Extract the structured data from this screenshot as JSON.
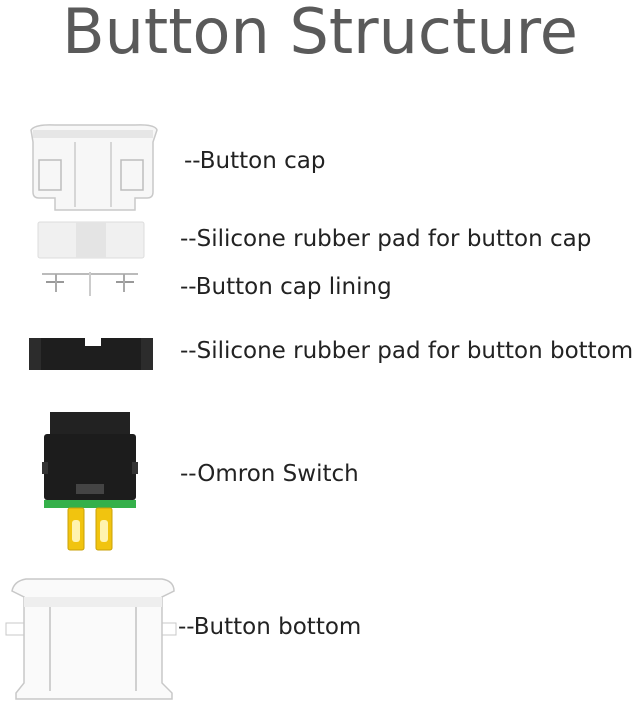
{
  "title": "Button Structure",
  "parts": [
    {
      "label": "--Button cap"
    },
    {
      "label": "--Silicone rubber pad for button cap"
    },
    {
      "label": "--Button cap lining"
    },
    {
      "label": "--Silicone rubber pad for button bottom"
    },
    {
      "label": "--Omron Switch"
    },
    {
      "label": "--Button bottom"
    }
  ],
  "colors": {
    "title": "#5a5a5a",
    "switch_body": "#1c1c1c",
    "switch_base": "#35b04a",
    "switch_pins": "#f1c40f"
  }
}
